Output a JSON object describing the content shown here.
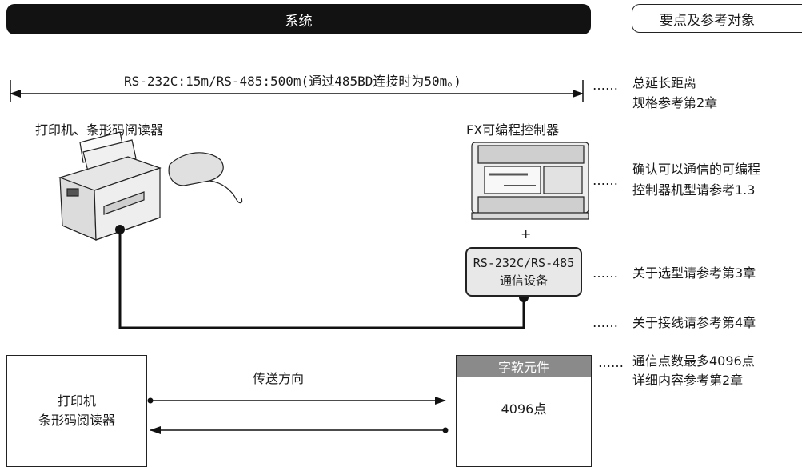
{
  "header": {
    "title": "系统",
    "keypoints_label": "要点及参考对象"
  },
  "distance": {
    "label": "RS-232C:15m/RS-485:500m(通过485BD连接时为50m。)",
    "note_line1": "总延长距离",
    "note_line2": "规格参考第2章"
  },
  "labels": {
    "printer_barcode": "打印机、条形码阅读器",
    "plc": "FX可编程控制器",
    "plus": "+"
  },
  "notes": {
    "plc_line1": "确认可以通信的可编程",
    "plc_line2": "控制器机型请参考1.3",
    "comm_device": "关于选型请参考第3章",
    "wiring": "关于接线请参考第4章",
    "points_line1": "通信点数最多4096点",
    "points_line2": "详细内容参考第2章"
  },
  "dots": "……",
  "comm_device": {
    "line1": "RS-232C/RS-485",
    "line2": "通信设备"
  },
  "bottom": {
    "left_line1": "打印机",
    "left_line2": "条形码阅读器",
    "direction": "传送方向",
    "word_device_header": "字软元件",
    "word_device_value": "4096点"
  },
  "colors": {
    "header_bg": "#121212",
    "device_box_bg": "#e8e8e8",
    "word_header_bg": "#8a8a8a"
  }
}
